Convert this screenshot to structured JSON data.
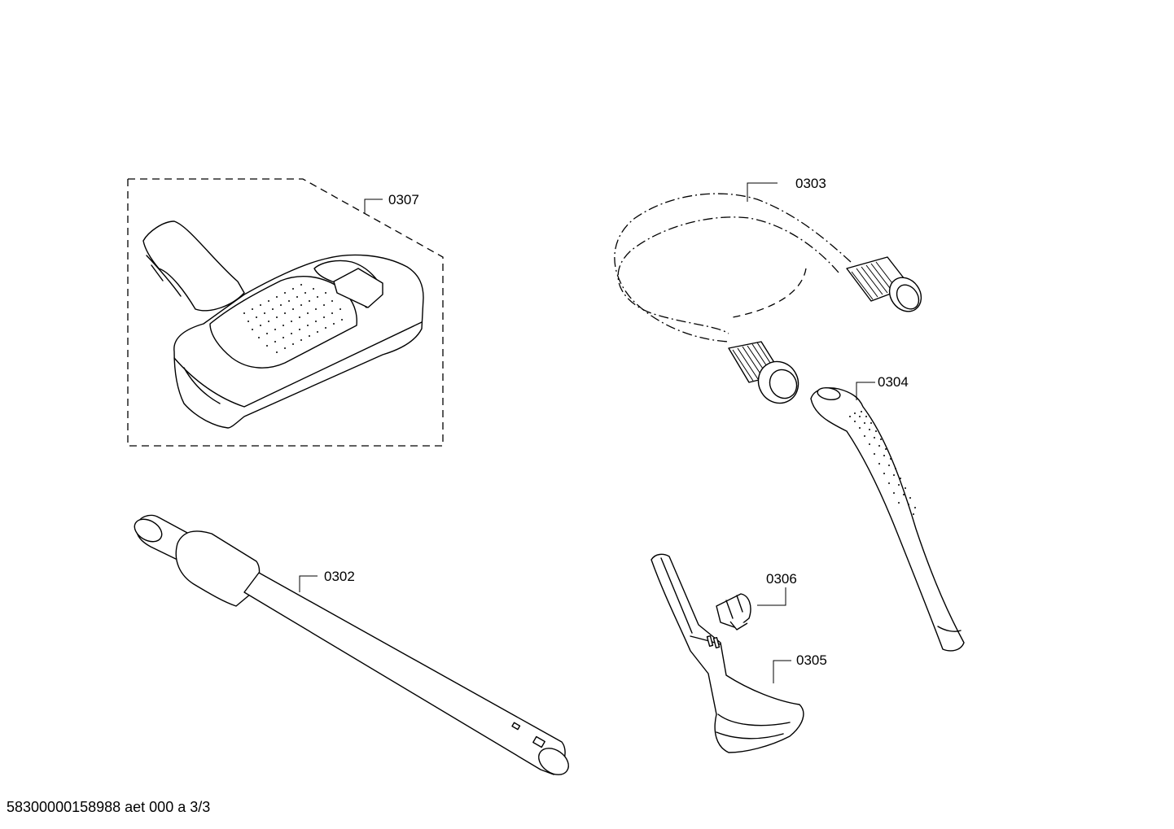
{
  "parts": [
    {
      "id": "0307",
      "name": "Floor nozzle"
    },
    {
      "id": "0303",
      "name": "Hose"
    },
    {
      "id": "0304",
      "name": "Hose handle"
    },
    {
      "id": "0302",
      "name": "Extension tube"
    },
    {
      "id": "0306",
      "name": "Clip"
    },
    {
      "id": "0305",
      "name": "Upholstery/crevice nozzle"
    }
  ],
  "labels": {
    "p0307": "0307",
    "p0303": "0303",
    "p0304": "0304",
    "p0302": "0302",
    "p0306": "0306",
    "p0305": "0305"
  },
  "footer": "58300000158988 aet 000 a 3/3"
}
